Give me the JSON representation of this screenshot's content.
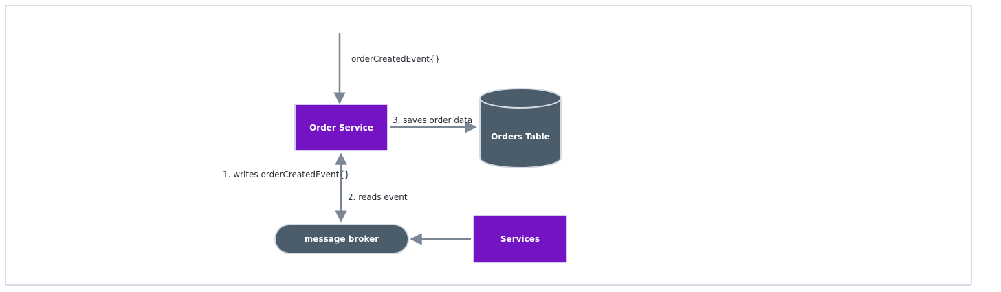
{
  "colors": {
    "service_fill": "#7413c4",
    "storage_fill": "#4b5c6b",
    "edge": "#7b8795",
    "label_text": "#2a2f36"
  },
  "nodes": {
    "order_service": "Order Service",
    "orders_table": "Orders Table",
    "message_broker": "message broker",
    "services": "Services"
  },
  "edges": {
    "incoming_event": "orderCreatedEvent{}",
    "saves_order": "3.  saves order data",
    "writes_event": "1.  writes orderCreatedEvent{}",
    "reads_event": "2.  reads event"
  }
}
